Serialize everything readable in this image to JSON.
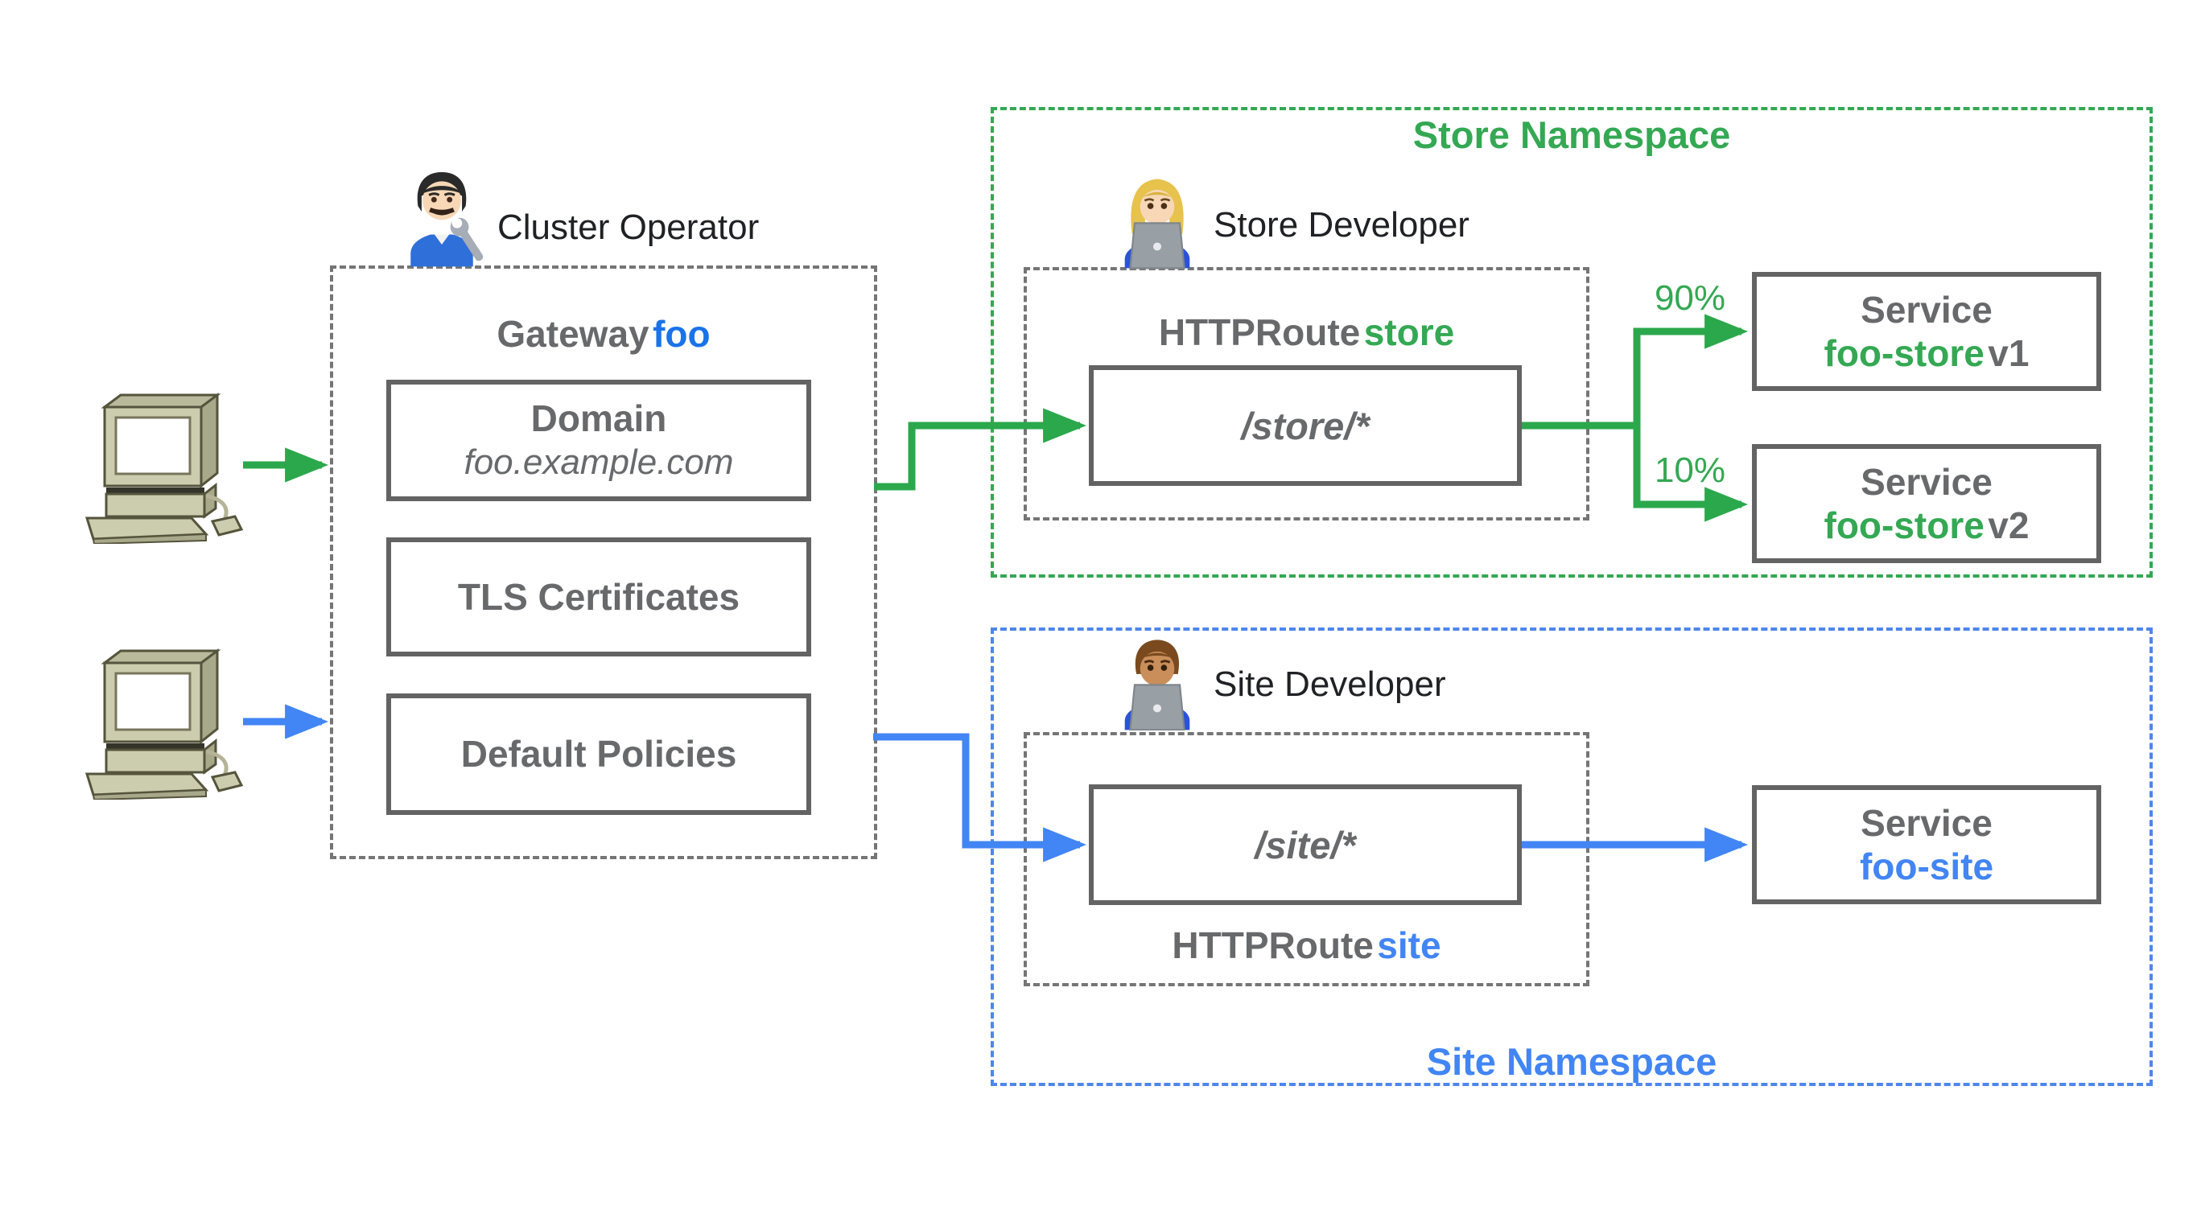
{
  "colors": {
    "green_line": "#2ba84c",
    "green_text": "#34a853",
    "blue_line": "#4285f4",
    "blue_text": "#4285f4",
    "foo_blue": "#1a73e8",
    "box_gray": "#636363",
    "text_gray": "#67696b",
    "dash_gray": "#757575"
  },
  "icons": {
    "client1": "desktop-computer-icon",
    "client2": "desktop-computer-icon",
    "cluster_operator": "mechanic-avatar-icon",
    "store_developer": "woman-technologist-avatar-icon",
    "site_developer": "man-technologist-avatar-icon"
  },
  "gateway": {
    "actor_label": "Cluster Operator",
    "title_prefix": "Gateway",
    "title_name": "foo",
    "domain_title": "Domain",
    "domain_value": "foo.example.com",
    "tls_label": "TLS Certificates",
    "policies_label": "Default Policies"
  },
  "store": {
    "namespace_label": "Store Namespace",
    "actor_label": "Store Developer",
    "route_prefix": "HTTPRoute",
    "route_name": "store",
    "path": "/store/*",
    "weight_v1": "90%",
    "weight_v2": "10%",
    "service_v1_title": "Service",
    "service_v1_name": "foo-store",
    "service_v1_version": "v1",
    "service_v2_title": "Service",
    "service_v2_name": "foo-store",
    "service_v2_version": "v2"
  },
  "site": {
    "namespace_label": "Site Namespace",
    "actor_label": "Site Developer",
    "route_prefix": "HTTPRoute",
    "route_name": "site",
    "path": "/site/*",
    "service_title": "Service",
    "service_name": "foo-site"
  }
}
